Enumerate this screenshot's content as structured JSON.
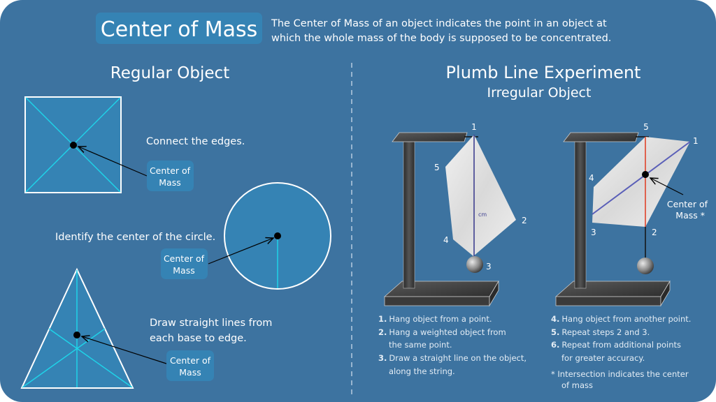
{
  "header": {
    "title": "Center of Mass",
    "description_line1": "The Center of Mass of an object indicates the point in an object at",
    "description_line2": "which the whole mass of the body is supposed to be concentrated."
  },
  "regular": {
    "heading": "Regular Object",
    "square_caption": "Connect the edges.",
    "circle_caption": "Identify the center of the circle.",
    "triangle_caption_line1": "Draw straight lines from",
    "triangle_caption_line2": "each base to edge.",
    "com_label_line1": "Center of",
    "com_label_line2": "Mass"
  },
  "plumb": {
    "heading": "Plumb Line Experiment",
    "subheading": "Irregular Object",
    "left_points": [
      "1",
      "2",
      "3",
      "4",
      "5"
    ],
    "right_points": [
      "1",
      "2",
      "3",
      "4",
      "5"
    ],
    "string_label": "cm",
    "com_label_line1": "Center of",
    "com_label_line2": "Mass *",
    "steps_left": [
      {
        "num": "1.",
        "text": "Hang object from a point."
      },
      {
        "num": "2.",
        "text": "Hang a weighted object from",
        "cont": "the same point."
      },
      {
        "num": "3.",
        "text": "Draw a straight line on the object,",
        "cont": "along the string."
      }
    ],
    "steps_right": [
      {
        "num": "4.",
        "text": "Hang object from another point."
      },
      {
        "num": "5.",
        "text": "Repeat steps 2 and 3."
      },
      {
        "num": "6.",
        "text": "Repeat from additional points",
        "cont": "for greater accuracy."
      }
    ],
    "note_line1": "* Intersection indicates the center",
    "note_line2": "of mass"
  },
  "colors": {
    "background": "#3d73a0",
    "box": "#3583b4",
    "accent_cyan": "#1fd3e8",
    "plumb_red": "#e0432a",
    "plumb_blue": "#5a5fb8"
  }
}
